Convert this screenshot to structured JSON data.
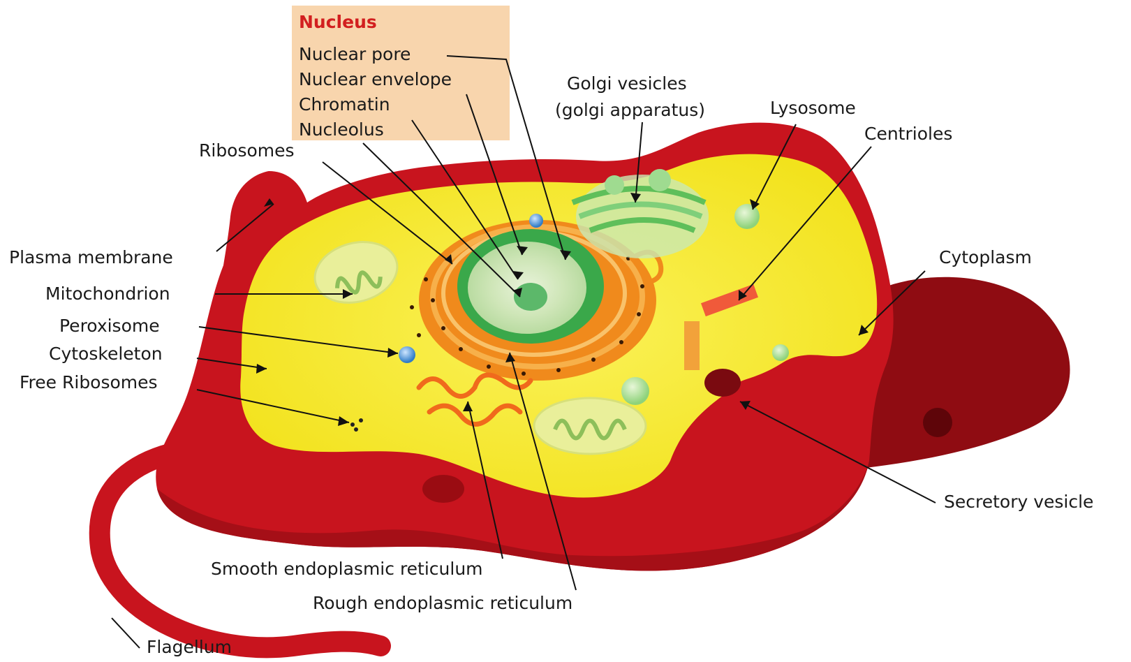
{
  "nucleus_box": {
    "title": "Nucleus",
    "items": [
      "Nuclear pore",
      "Nuclear envelope",
      "Chromatin",
      "Nucleolus"
    ]
  },
  "labels": {
    "golgi_line1": "Golgi vesicles",
    "golgi_line2": "(golgi apparatus)",
    "lysosome": "Lysosome",
    "centrioles": "Centrioles",
    "ribosomes": "Ribosomes",
    "plasma_membrane": "Plasma membrane",
    "mitochondrion": "Mitochondrion",
    "peroxisome": "Peroxisome",
    "cytoskeleton": "Cytoskeleton",
    "free_ribosomes": "Free Ribosomes",
    "cytoplasm": "Cytoplasm",
    "secretory_vesicle": "Secretory vesicle",
    "smooth_er": "Smooth endoplasmic reticulum",
    "rough_er": "Rough endoplasmic reticulum",
    "flagellum": "Flagellum"
  },
  "colors": {
    "membrane": "#c8141e",
    "membrane_dark": "#8f0c12",
    "cytoplasm": "#f6ee2a",
    "nucleus_box_bg": "#f8d5ad",
    "nucleus_box_title": "#d21f1f",
    "nucleus_green": "#3aa84a",
    "er_orange": "#f08a1c",
    "golgi_green": "#7fcf7a"
  }
}
